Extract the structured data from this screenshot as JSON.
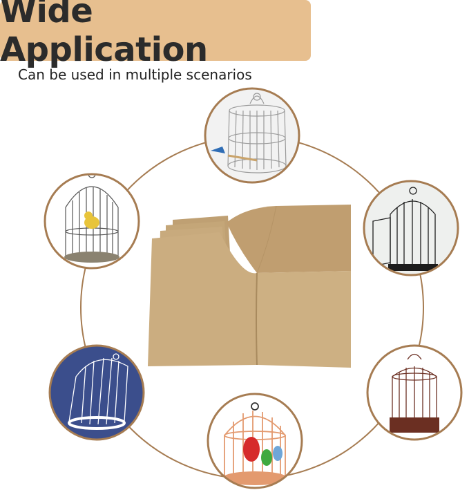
{
  "header": {
    "title": "Wide Application",
    "subtitle": "Can be used in multiple scenarios"
  },
  "colors": {
    "title_bg": "#e7bf8f",
    "ring": "#a67c52",
    "paper": "#c9a97c",
    "paper_dark": "#b08d5f"
  },
  "scenes": [
    {
      "name": "scenario-cage-top",
      "icon": "round-white-wire-cage-icon"
    },
    {
      "name": "scenario-cage-left-top",
      "icon": "dome-cage-with-canary-icon"
    },
    {
      "name": "scenario-cage-right-top",
      "icon": "black-open-door-cage-icon"
    },
    {
      "name": "scenario-cage-left-bottom",
      "icon": "white-wire-cage-icon"
    },
    {
      "name": "scenario-cage-right-bottom",
      "icon": "ornate-wooden-cage-icon"
    },
    {
      "name": "scenario-cage-bottom",
      "icon": "orange-cage-with-parrots-icon"
    }
  ]
}
